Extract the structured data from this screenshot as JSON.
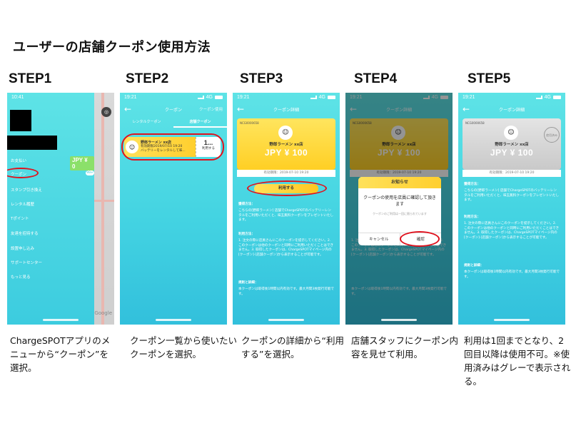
{
  "title": "ユーザーの店舗クーポン使用方法",
  "steps": [
    {
      "label": "STEP1",
      "caption": "ChargeSPOTアプリのメニューから“クーポン”を選択。"
    },
    {
      "label": "STEP2",
      "caption": "クーポン一覧から使いたいクーポンを選択。"
    },
    {
      "label": "STEP3",
      "caption": "クーポンの詳細から“利用する”を選択。"
    },
    {
      "label": "STEP4",
      "caption": "店舗スタッフにクーポン内容を見せて利用。"
    },
    {
      "label": "STEP5",
      "caption": "利用は1回までとなり、2回目以降は使用不可。※使用済みはグレーで表示される。"
    }
  ],
  "status": {
    "time1": "10:41",
    "time": "19:21",
    "network": "4G"
  },
  "step1": {
    "wallet_label": "お支払い",
    "wallet_value": "JPY ¥ 0",
    "badge": "99+",
    "menu": [
      "お支払い",
      "クーポン",
      "スタンプ引き換え",
      "レンタル履歴",
      "Tポイント",
      "友達を招待する",
      "設置申し込み",
      "サポートセンター",
      "もっと見る"
    ],
    "google": "Google"
  },
  "step2": {
    "nav_title": "クーポン",
    "nav_right": "クーポン使用",
    "tabs": [
      "レンタルクーポン",
      "店舗クーポン"
    ],
    "shop": "野郎ラーメン xx店",
    "expiry": "有効期限2019/07/10 19:20",
    "desc": "バッテリーをレンタルして味...",
    "price": "1...",
    "use_label": "利用する"
  },
  "detail": {
    "nav_title": "クーポン詳細",
    "code": "NCG0000658",
    "shop": "野郎ラーメン xx店",
    "amount": "JPY ¥ 100",
    "expiry": "有効期限：2019-07-10 19:20",
    "use_button": "利用する",
    "howto_title": "獲得方法：",
    "howto_text": "こちらの[野郎ラーメン] 店舗でChargeSPOTのバッテリーレンタルをご利用いただくと、味玉無料クーポンをプレゼントいたします。",
    "usage_title": "利用方法：",
    "usage_text": "1. 注文の際に店員さんにこのクーポンを提示してください。2. このクーポンは他のクーポンと同時にご利用いただくことはできません。3. 取得したクーポンは、ChargeSPOTマイページ内の[クーポン]-[店舗クーポン]から表示することが可能です。",
    "terms_title": "規則と詳細：",
    "terms_text": "本クーポンは取得後1時間以内有効です。最大月間3枚発行可能です。",
    "stamp": "使用済み"
  },
  "step4": {
    "modal_title": "お知らせ",
    "modal_message": "クーポンの使用を店員に確認して頂きます",
    "modal_hint": "クーポンのご利用は一回に限られています",
    "cancel": "キャンセル",
    "confirm": "確認"
  }
}
